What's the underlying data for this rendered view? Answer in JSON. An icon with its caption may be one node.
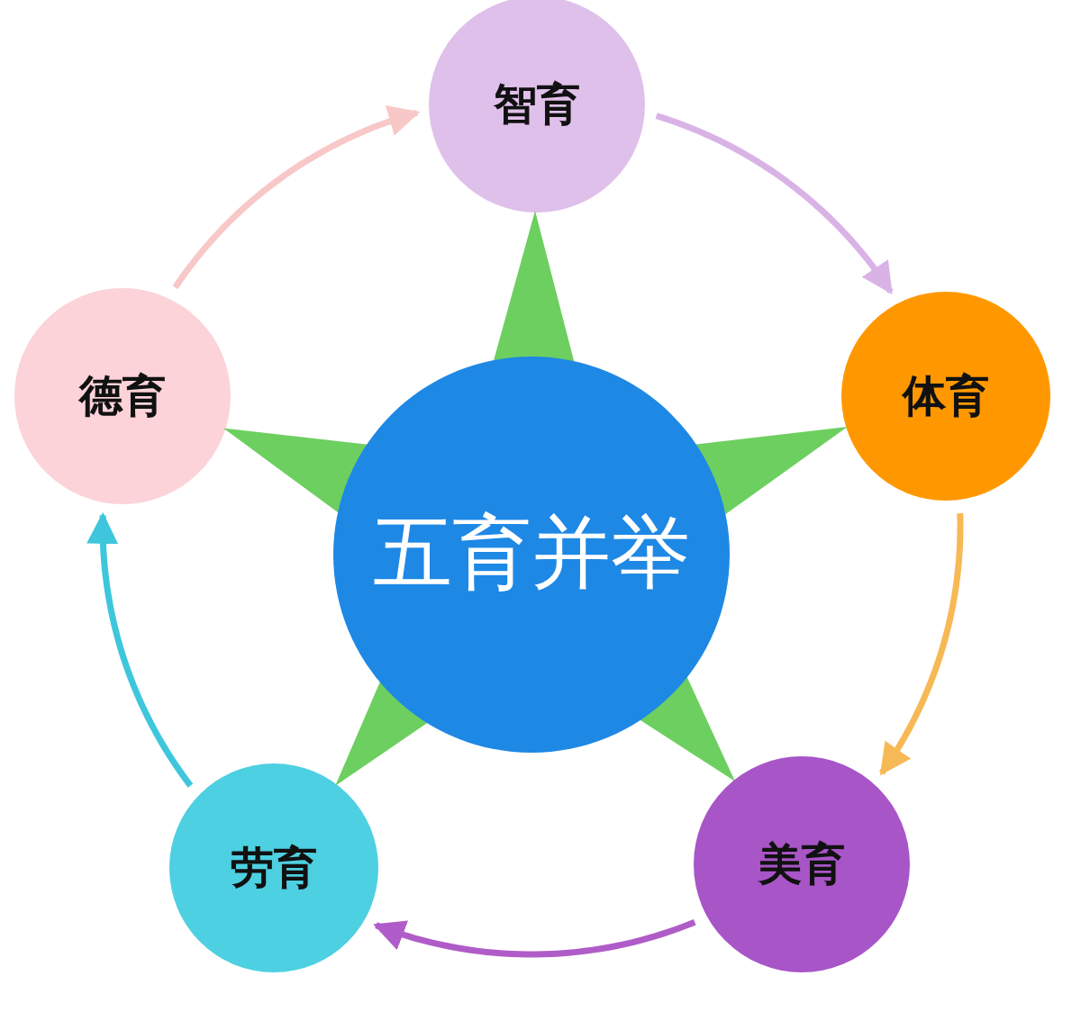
{
  "diagram": {
    "nodes": [
      {
        "text": [
          "智育"
        ]
      },
      {
        "text": [
          "德育"
        ]
      },
      {
        "text": [
          "体育"
        ]
      },
      {
        "text": [],
        "shape": "star"
      },
      {
        "text": [
          "五育并举"
        ],
        "in": 3
      },
      {
        "text": [
          "劳育"
        ]
      },
      {
        "text": [
          "美育"
        ]
      }
    ],
    "edges": [
      {
        "from": 1,
        "to": 0,
        "arrow": "to",
        "color": "#f8c8c8"
      },
      {
        "from": 0,
        "to": 2,
        "arrow": "to",
        "color": "#d9b3e6"
      },
      {
        "from": 2,
        "to": 6,
        "arrow": "to",
        "color": "#f7b955"
      },
      {
        "from": 6,
        "to": 5,
        "arrow": "to",
        "color": "#b05cc8"
      },
      {
        "from": 5,
        "to": 1,
        "arrow": "to",
        "color": "#3ec6dc"
      }
    ]
  }
}
